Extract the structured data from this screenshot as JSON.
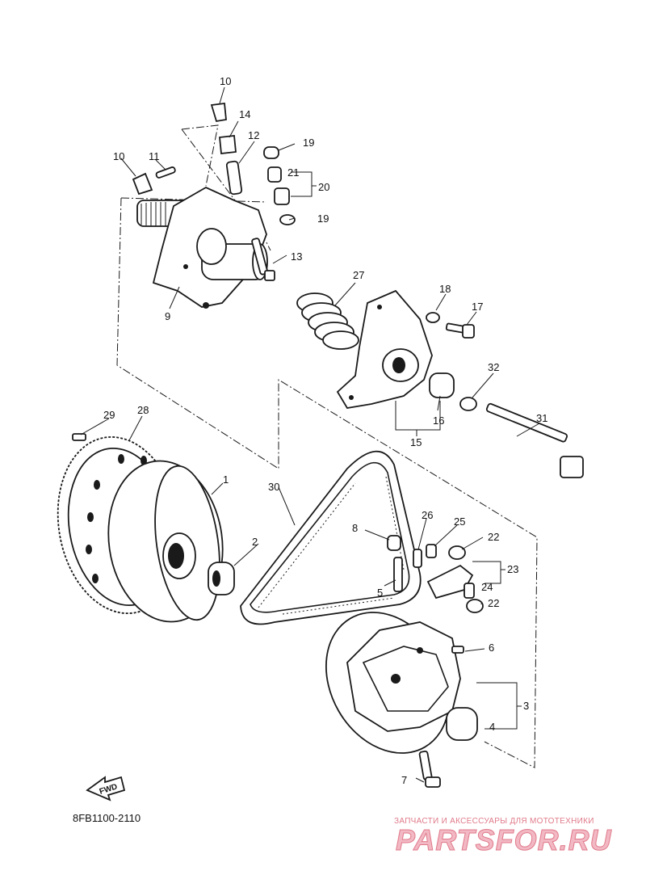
{
  "diagram": {
    "code": "8FB1100-2110",
    "fwd_label": "FWD",
    "labels": [
      {
        "id": "p1",
        "text": "1"
      },
      {
        "id": "p2",
        "text": "2"
      },
      {
        "id": "p3",
        "text": "3"
      },
      {
        "id": "p4",
        "text": "4"
      },
      {
        "id": "p5",
        "text": "5"
      },
      {
        "id": "p6",
        "text": "6"
      },
      {
        "id": "p7",
        "text": "7"
      },
      {
        "id": "p8",
        "text": "8"
      },
      {
        "id": "p9",
        "text": "9"
      },
      {
        "id": "p10a",
        "text": "10"
      },
      {
        "id": "p10b",
        "text": "10"
      },
      {
        "id": "p11",
        "text": "11"
      },
      {
        "id": "p12",
        "text": "12"
      },
      {
        "id": "p13",
        "text": "13"
      },
      {
        "id": "p14",
        "text": "14"
      },
      {
        "id": "p15",
        "text": "15"
      },
      {
        "id": "p16",
        "text": "16"
      },
      {
        "id": "p17",
        "text": "17"
      },
      {
        "id": "p18",
        "text": "18"
      },
      {
        "id": "p19a",
        "text": "19"
      },
      {
        "id": "p19b",
        "text": "19"
      },
      {
        "id": "p20",
        "text": "20"
      },
      {
        "id": "p21",
        "text": "21"
      },
      {
        "id": "p22a",
        "text": "22"
      },
      {
        "id": "p22b",
        "text": "22"
      },
      {
        "id": "p23",
        "text": "23"
      },
      {
        "id": "p24",
        "text": "24"
      },
      {
        "id": "p25",
        "text": "25"
      },
      {
        "id": "p26",
        "text": "26"
      },
      {
        "id": "p27",
        "text": "27"
      },
      {
        "id": "p28",
        "text": "28"
      },
      {
        "id": "p29",
        "text": "29"
      },
      {
        "id": "p30",
        "text": "30"
      },
      {
        "id": "p31",
        "text": "31"
      },
      {
        "id": "p32",
        "text": "32"
      }
    ]
  },
  "watermark": {
    "tagline": "ЗАПЧАСТИ И АКСЕССУАРЫ ДЛЯ МОТОТЕХНИКИ",
    "brand": "PARTSFOR.RU"
  }
}
